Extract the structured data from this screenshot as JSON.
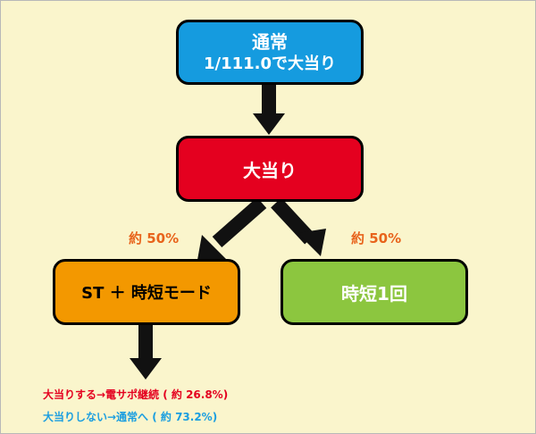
{
  "nodes": {
    "normal": {
      "line1": "通常",
      "line2": "1/111.0で大当り",
      "color": "#159bdf"
    },
    "jackpot": {
      "label": "大当り",
      "color": "#e4001f"
    },
    "st_mode": {
      "label": "ST ＋ 時短モード",
      "color": "#f39800"
    },
    "jitan_once": {
      "label": "時短1回",
      "color": "#8cc63f"
    }
  },
  "edges": {
    "left_prob": "約 50%",
    "right_prob": "約 50%"
  },
  "notes": {
    "hit": "大当りする→電サポ継続 ( 約 26.8%)",
    "miss": "大当りしない→通常へ ( 約 73.2%)"
  },
  "colors": {
    "background": "#faf5cc",
    "probability_text": "#e8631b",
    "hit_text": "#e4001f",
    "miss_text": "#1a9ee0"
  }
}
